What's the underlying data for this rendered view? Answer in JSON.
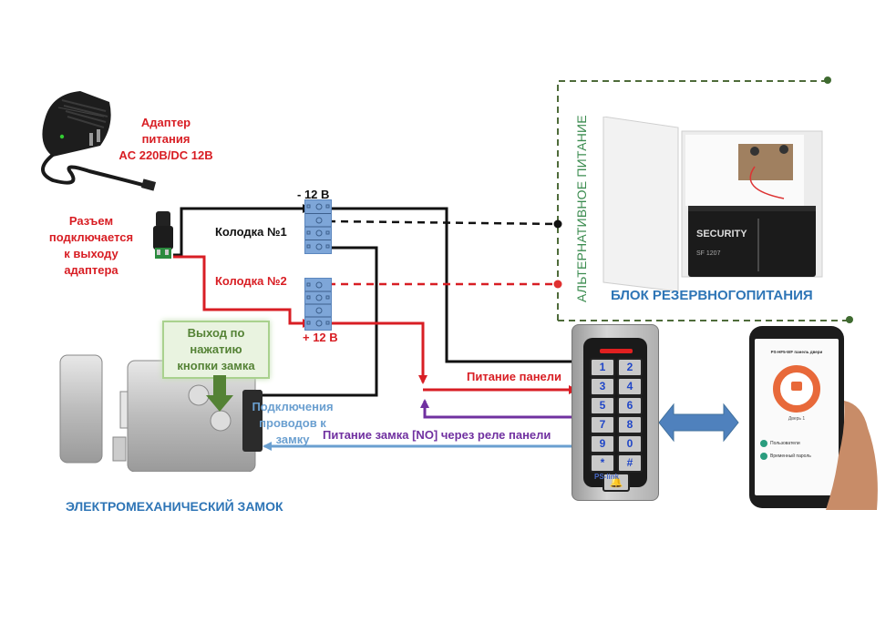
{
  "adapter": {
    "label_lines": [
      "Адаптер",
      "питания",
      "AC 220В/DC 12В"
    ]
  },
  "connector": {
    "label_lines": [
      "Разъем",
      "подключается",
      "к выходу",
      "адаптера"
    ]
  },
  "terminals": {
    "minus_label": "- 12 В",
    "plus_label": "+ 12 В",
    "block1_label": "Колодка №1",
    "block2_label": "Колодка №2"
  },
  "backup_power": {
    "vertical_label": "АЛЬТЕРНАТИВНОЕ ПИТАНИЕ",
    "title": "БЛОК РЕЗЕРВНОГОПИТАНИЯ",
    "battery_brand": "SECURITY",
    "battery_model": "SF 1207"
  },
  "lock": {
    "exit_label_lines": [
      "Выход по",
      "нажатию",
      "кнопки замка"
    ],
    "wires_label_lines": [
      "Подключения",
      "проводов к",
      "замку"
    ],
    "title": "ЭЛЕКТРОМЕХАНИЧЕСКИЙ ЗАМОК"
  },
  "wires": {
    "panel_power": "Питание панели",
    "lock_power_relay": "Питание замка [NO] через реле панели"
  },
  "keypad": {
    "keys": [
      "1",
      "2",
      "3",
      "4",
      "5",
      "6",
      "7",
      "8",
      "9",
      "0",
      "*",
      "#",
      "🔔"
    ],
    "brand": "PS-link"
  },
  "phone": {
    "header": "PS-HF5-WF панель двери",
    "device_label": "Дверь 1",
    "list_items": [
      "Пользователи",
      "Временный пароль"
    ]
  },
  "colors": {
    "red": "#d81e24",
    "black": "#111111",
    "blue": "#2e75b6",
    "light_blue": "#6a9fd0",
    "purple": "#7030a0",
    "green_dashed": "#4e6b3a",
    "terminal": "#7ea6d8"
  }
}
